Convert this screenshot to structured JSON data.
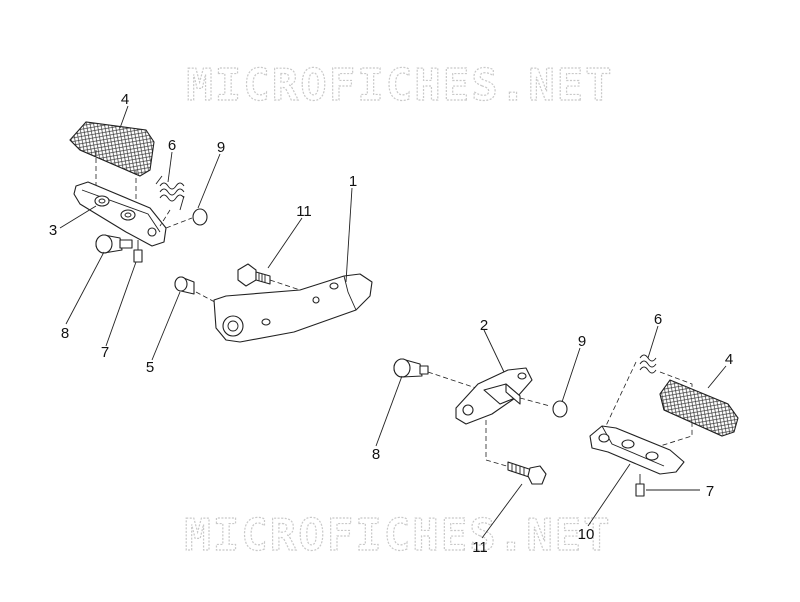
{
  "watermark": "MICROFICHES.NET",
  "callouts": {
    "c1": "1",
    "c2": "2",
    "c3": "3",
    "c4a": "4",
    "c4b": "4",
    "c5": "5",
    "c6a": "6",
    "c6b": "6",
    "c7a": "7",
    "c7b": "7",
    "c8a": "8",
    "c8b": "8",
    "c9a": "9",
    "c9b": "9",
    "c10": "10",
    "c11a": "11",
    "c11b": "11"
  }
}
